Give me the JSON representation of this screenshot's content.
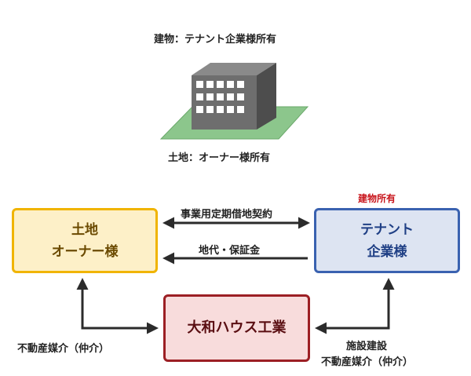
{
  "top": {
    "building_label": "建物：テナント企業様所有",
    "land_label": "土地：オーナー様所有"
  },
  "parties": {
    "land_owner": [
      "土地",
      "オーナー様"
    ],
    "tenant": [
      "テナント",
      "企業様"
    ],
    "tenant_tag": "建物所有",
    "daiwa": "大和ハウス工業"
  },
  "relations": {
    "lease_contract": "事業用定期借地契約",
    "rent_deposit": "地代・保証金",
    "left_service": "不動産媒介（仲介）",
    "right_service": [
      "施設建設",
      "不動産媒介（仲介）"
    ]
  },
  "colors": {
    "land_fill": "#fdf0c8",
    "land_border": "#f0b400",
    "tenant_fill": "#dde4f2",
    "tenant_border": "#3a62b0",
    "daiwa_fill": "#f8dcdc",
    "daiwa_border": "#9c1f24",
    "ground": "#8cc68c",
    "building": "#6e6e6e",
    "arrow": "#2b2b2b",
    "tag": "#c8141b"
  }
}
